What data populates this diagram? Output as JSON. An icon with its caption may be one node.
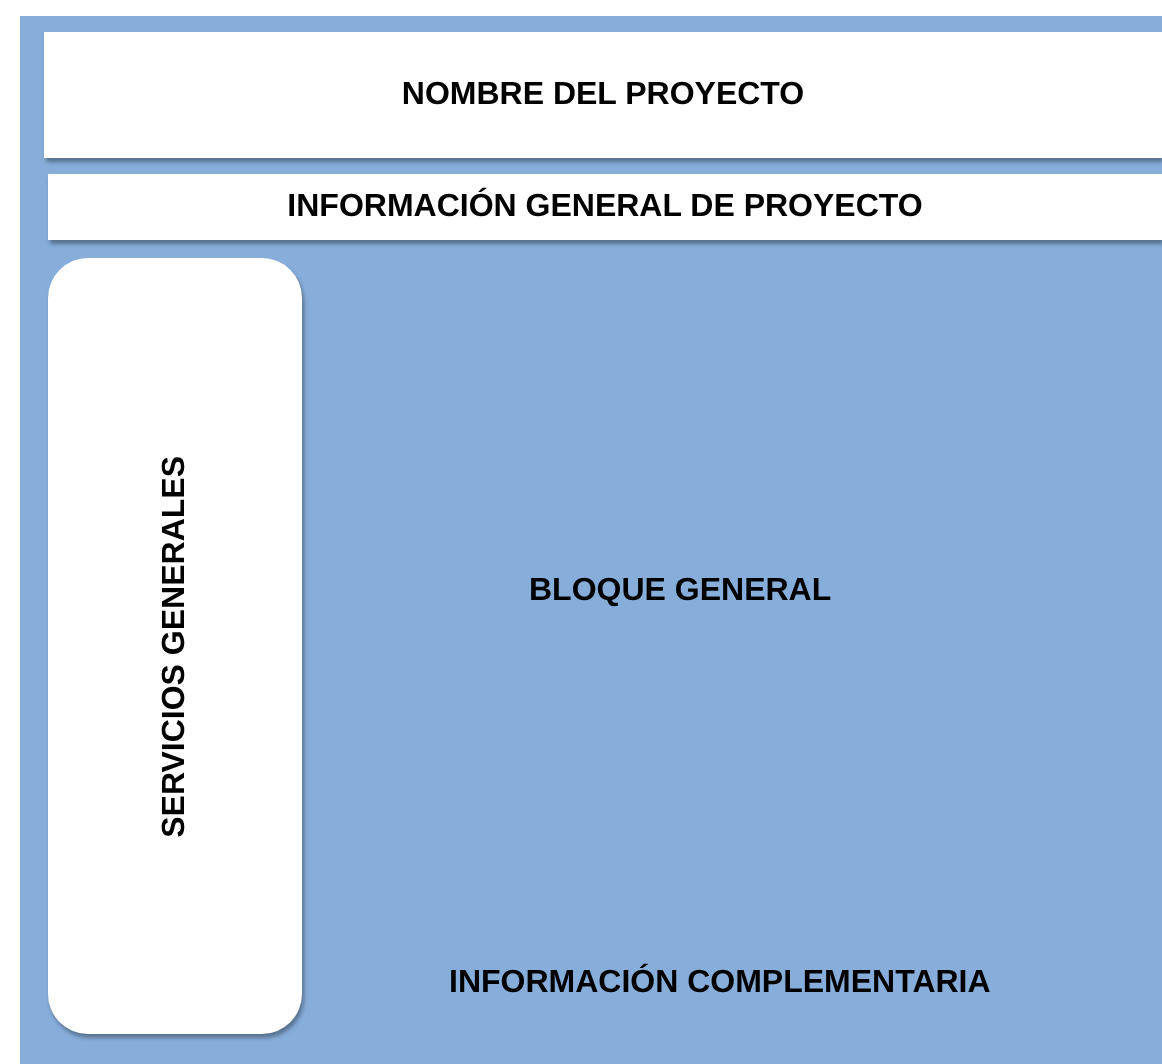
{
  "diagram": {
    "nodes": [
      {
        "text": [
          "BLOQUE GENERAL",
          "INFORMACIÓN COMPLEMENTARIA"
        ]
      },
      {
        "text": [
          "NOMBRE DEL PROYECTO"
        ],
        "in": 0
      },
      {
        "text": [
          "INFORMACIÓN GENERAL DE PROYECTO"
        ],
        "in": 0
      },
      {
        "text": [
          "SERVICIOS GENERALES"
        ],
        "in": 0
      }
    ]
  }
}
